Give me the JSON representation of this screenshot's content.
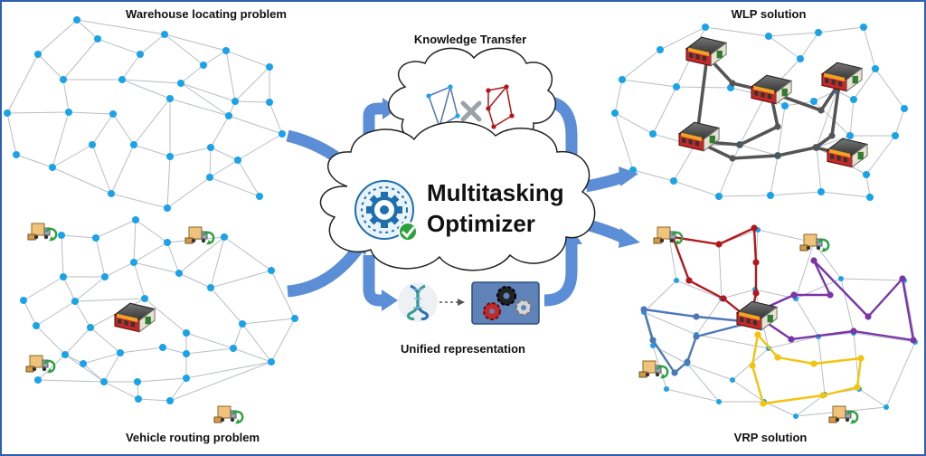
{
  "panels": {
    "wlp_problem": "Warehouse locating problem",
    "vrp_problem": "Vehicle routing problem",
    "knowledge_transfer": "Knowledge Transfer",
    "unified_representation": "Unified representation",
    "wlp_solution": "WLP solution",
    "vrp_solution": "VRP solution"
  },
  "optimizer": {
    "line1": "Multitasking",
    "line2": "Optimizer"
  },
  "colors": {
    "node": "#1aa3e8",
    "edge": "#b8bec4",
    "flow_arrow": "#5b8ed6",
    "cloud_fill": "#ffffff",
    "frame": "#2f5fb3",
    "route_red": "#b3161b",
    "route_purple": "#7a35a8",
    "route_blue": "#4a78b8",
    "route_yellow": "#f2c30f",
    "wlp_route": "#555555",
    "check_green": "#2ba33c"
  },
  "icons": [
    "warehouse-icon",
    "truck-icon",
    "gear-icon",
    "dna-icon",
    "cogs-icon",
    "check-icon",
    "cross-icon"
  ]
}
